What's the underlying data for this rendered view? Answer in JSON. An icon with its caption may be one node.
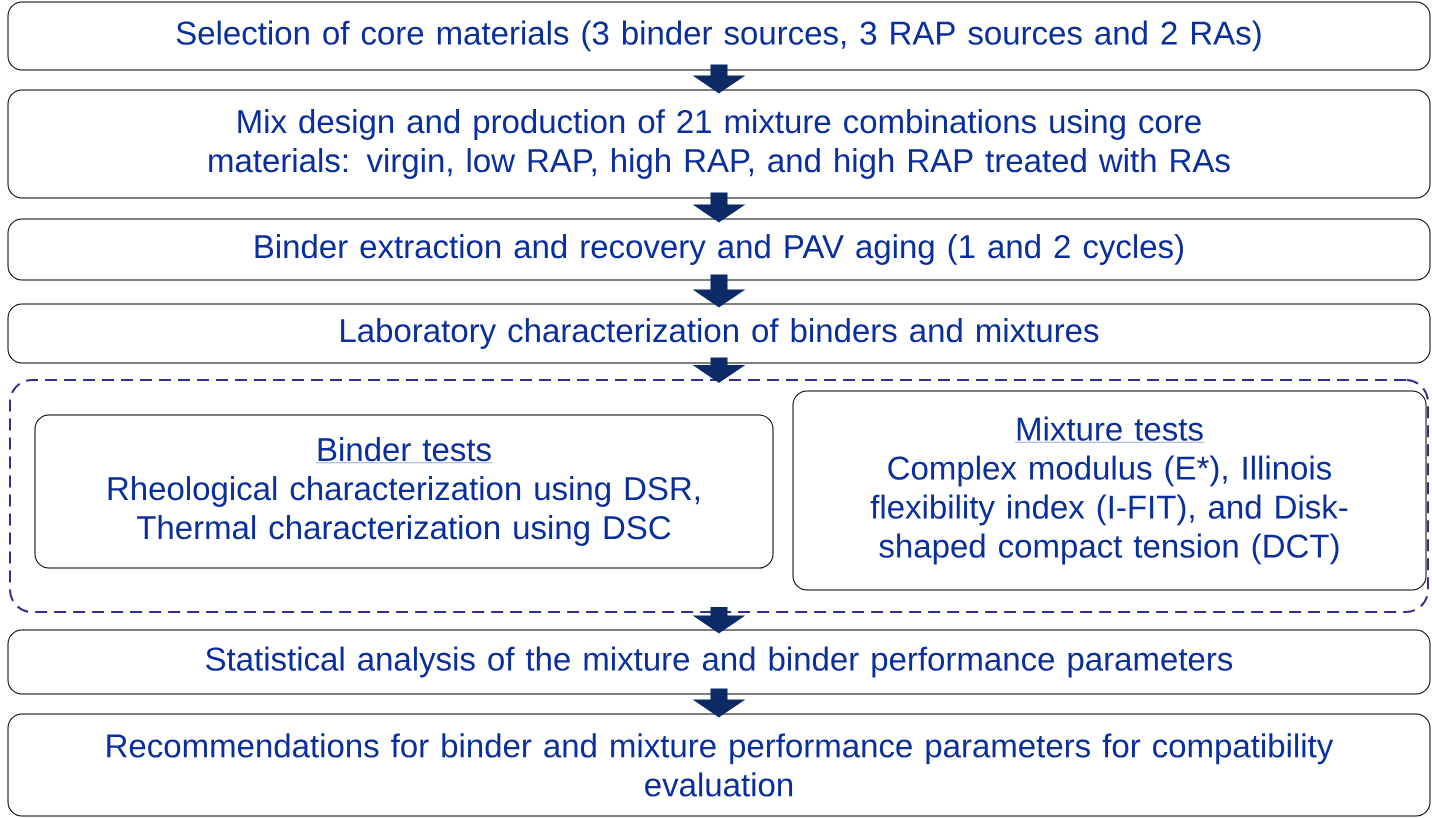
{
  "diagram": {
    "nodes": [
      {
        "text": [
          "Selection of core materials (3 binder sources, 3 RAP sources and 2 RAs)"
        ]
      },
      {
        "text": [
          "Mix design and production of 21 mixture combinations using core materials: virgin, low RAP, high RAP, and high RAP treated with RAs"
        ]
      },
      {
        "text": [
          "Binder extraction and recovery and PAV aging (1 and 2 cycles)"
        ]
      },
      {
        "text": [
          "Laboratory characterization of binders and mixtures"
        ]
      },
      {
        "text": [],
        "shape": "box"
      },
      {
        "text": [
          "Binder tests",
          "Rheological characterization using DSR, Thermal characterization using DSC"
        ],
        "in": 4
      },
      {
        "text": [
          "Mixture tests",
          "Complex modulus (E*), Illinois flexibility index (I-FIT), and Disk-shaped compact tension (DCT)"
        ],
        "in": 4
      },
      {
        "text": [
          "Statistical analysis of the mixture and binder performance parameters"
        ]
      },
      {
        "text": [
          "Recommendations for binder and mixture performance parameters for compatibility evaluation"
        ]
      }
    ],
    "edges": [
      {
        "from": 0,
        "to": 1,
        "arrow": "to"
      },
      {
        "from": 1,
        "to": 2,
        "arrow": "to"
      },
      {
        "from": 2,
        "to": 3,
        "arrow": "to"
      },
      {
        "from": 3,
        "to": 4,
        "arrow": "to"
      },
      {
        "from": 4,
        "to": 7,
        "arrow": "to"
      },
      {
        "from": 7,
        "to": 8,
        "arrow": "to"
      }
    ]
  }
}
